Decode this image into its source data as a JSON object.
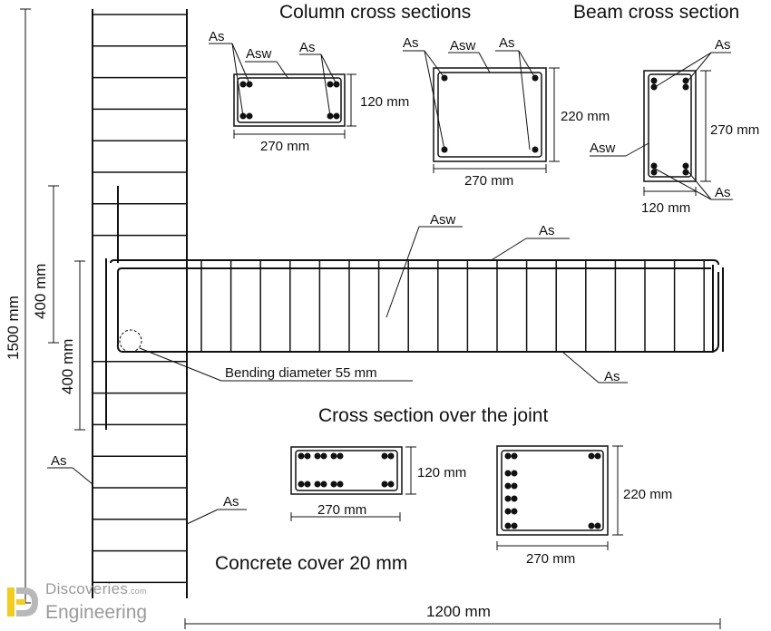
{
  "titles": {
    "column_sections": "Column cross sections",
    "beam_section": "Beam cross section",
    "joint_section": "Cross section over the joint",
    "concrete_cover": "Concrete cover  20 mm"
  },
  "labels": {
    "as": "As",
    "asw": "Asw",
    "bending_diameter": "Bending diameter 55 mm"
  },
  "dimensions": {
    "d120": "120 mm",
    "d220": "220 mm",
    "d270": "270 mm",
    "d400": "400 mm",
    "d1500": "1500 mm",
    "d1200": "1200 mm"
  },
  "logo": {
    "line1": "Discoveries",
    "line1_suffix": ".com",
    "line2": "Engineering",
    "accent_color": "#f2cc1e",
    "text_color": "#9a9a9a"
  }
}
